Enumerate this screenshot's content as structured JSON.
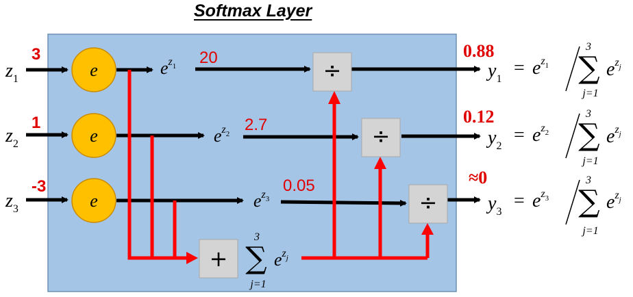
{
  "title": "Softmax Layer",
  "inputs": [
    {
      "var": "z",
      "sub": "1",
      "value": "3"
    },
    {
      "var": "z",
      "sub": "2",
      "value": "1"
    },
    {
      "var": "z",
      "sub": "3",
      "value": "-3"
    }
  ],
  "exp_node_label": "e",
  "exponentials": [
    {
      "base": "e",
      "exp_var": "z",
      "exp_sub": "1",
      "value": "20"
    },
    {
      "base": "e",
      "exp_var": "z",
      "exp_sub": "2",
      "value": "2.7"
    },
    {
      "base": "e",
      "exp_var": "z",
      "exp_sub": "3",
      "value": "0.05"
    }
  ],
  "divide_symbol": "÷",
  "sum_node": {
    "symbol": "+",
    "sigma": "∑",
    "upper": "3",
    "lower": "j=1",
    "base": "e",
    "exp_var": "z",
    "exp_sub": "j"
  },
  "outputs": [
    {
      "var": "y",
      "sub": "1",
      "value": "0.88",
      "numer_exp_sub": "1"
    },
    {
      "var": "y",
      "sub": "2",
      "value": "0.12",
      "numer_exp_sub": "2"
    },
    {
      "var": "y",
      "sub": "3",
      "value": "≈0",
      "numer_exp_sub": "3"
    }
  ],
  "formula": {
    "equals": "=",
    "base": "e",
    "exp_var": "z",
    "sigma": "∑",
    "upper": "3",
    "lower": "j=1",
    "denom_exp_sub": "j"
  },
  "colors": {
    "panel": "#a5c5e6",
    "panel_border": "#6c8fb5",
    "exp_node": "#ffc000",
    "exp_node_border": "#c98a00",
    "flow_arrow": "#ff0000",
    "value_text": "#e00000",
    "op_box": "#d4d4d4"
  }
}
